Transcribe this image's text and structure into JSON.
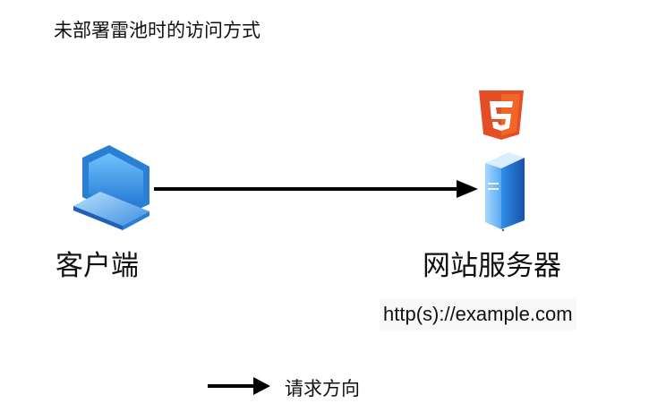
{
  "title": "未部署雷池时的访问方式",
  "nodes": {
    "client": {
      "label": "客户端",
      "icon": "laptop-icon"
    },
    "server": {
      "label": "网站服务器",
      "icon": "server-icon",
      "badge_icon": "html5-icon",
      "url": "http(s)://example.com"
    }
  },
  "edges": [
    {
      "from": "client",
      "to": "server"
    }
  ],
  "legend": {
    "label": "请求方向"
  },
  "colors": {
    "arrow": "#000000",
    "html5": "#e44d26",
    "device_blue": "#2a7fd4"
  }
}
